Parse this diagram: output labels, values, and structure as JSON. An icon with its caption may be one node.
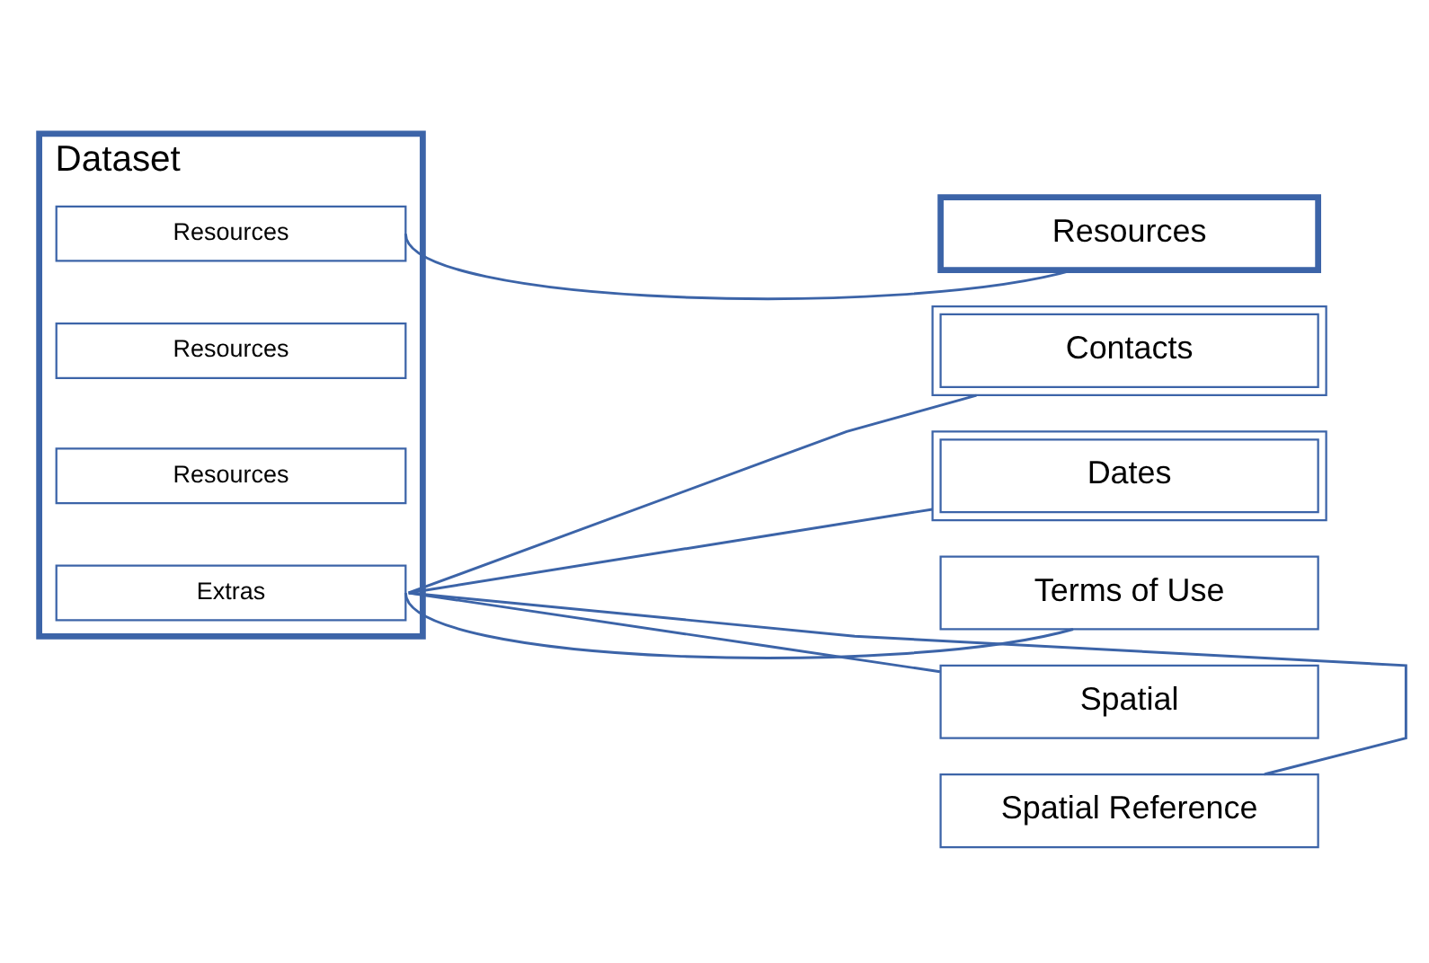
{
  "diagram": {
    "nodes": [
      {
        "text": [
          "Dataset"
        ]
      },
      {
        "text": [
          "Resources"
        ],
        "in": 0
      },
      {
        "text": [
          "Resources"
        ],
        "in": 0
      },
      {
        "text": [
          "Resources"
        ],
        "in": 0
      },
      {
        "text": [
          "Extras"
        ],
        "in": 0
      },
      {
        "text": [
          "Resources"
        ]
      },
      {
        "text": [
          "Contacts"
        ]
      },
      {
        "text": [
          "Dates"
        ]
      },
      {
        "text": [
          "Terms of Use"
        ]
      },
      {
        "text": [
          "Spatial"
        ]
      },
      {
        "text": [
          "Spatial Reference"
        ]
      }
    ],
    "edges": [
      {
        "from": 1,
        "to": 5,
        "arrow": "none"
      },
      {
        "from": 4,
        "to": 6,
        "arrow": "none"
      },
      {
        "from": 4,
        "to": 7,
        "arrow": "none"
      },
      {
        "from": 4,
        "to": 8,
        "arrow": "none"
      },
      {
        "from": 4,
        "to": 9,
        "arrow": "none"
      },
      {
        "from": 4,
        "to": 10,
        "arrow": "none"
      }
    ]
  }
}
